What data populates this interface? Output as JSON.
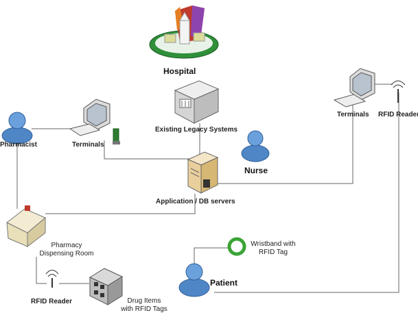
{
  "labels": {
    "hospital": "Hospital",
    "legacy": "Existing Legacy Systems",
    "pharmacist": "Pharmacist",
    "terminals_left": "Terminals",
    "nurse": "Nurse",
    "app_db": "Application / DB servers",
    "terminals_right": "Terminals",
    "rfid_reader_right": "RFID Reader",
    "pharmacy_line1": "Pharmacy",
    "pharmacy_line2": "Dispensing Room",
    "wristband_line1": "Wristband with",
    "wristband_line2": "RFID Tag",
    "patient": "Patient",
    "rfid_reader_left": "RFID Reader",
    "drug_line1": "Drug Items",
    "drug_line2": "with RFID Tags"
  },
  "colors": {
    "person_blue": "#4f86c6",
    "wristband_green": "#3aa335",
    "line": "#666666",
    "hospital_base": "#2f8f3a"
  },
  "icons": [
    "hospital-icon",
    "legacy-server-icon",
    "person-icon",
    "terminal-icon",
    "server-icon",
    "house-icon",
    "rfid-reader-icon",
    "wristband-icon",
    "drug-cabinet-icon"
  ]
}
